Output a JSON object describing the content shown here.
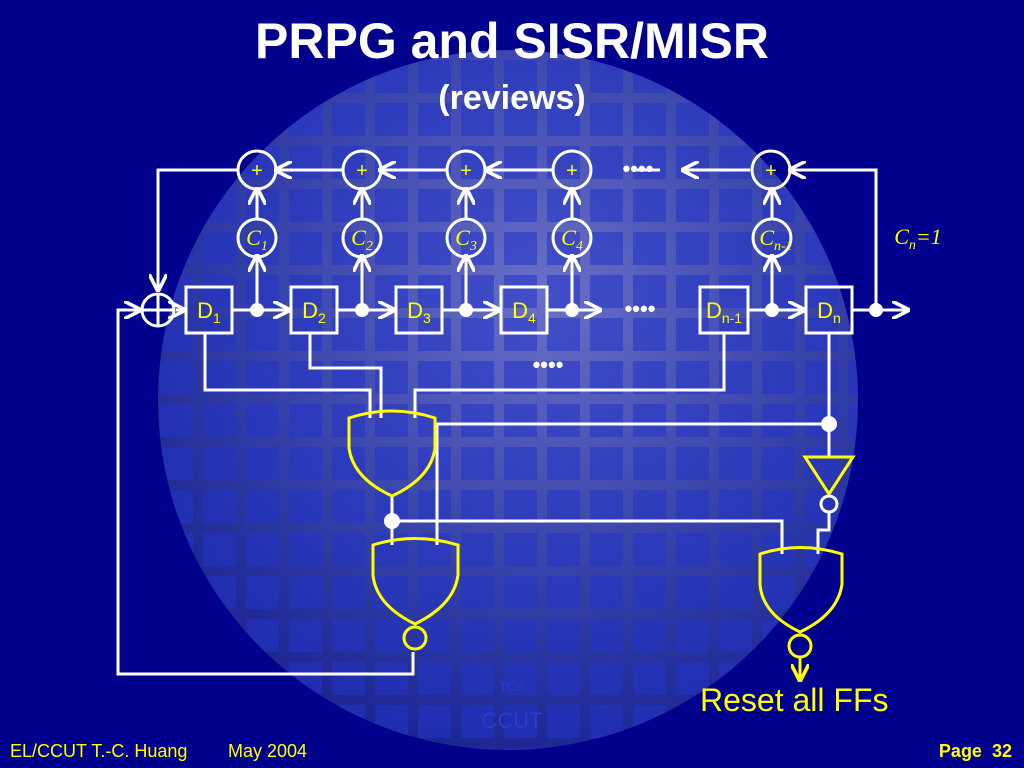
{
  "title": "PRPG and SISR/MISR",
  "subtitle": "(reviews)",
  "flip_flops": [
    {
      "base": "D",
      "sub": "1"
    },
    {
      "base": "D",
      "sub": "2"
    },
    {
      "base": "D",
      "sub": "3"
    },
    {
      "base": "D",
      "sub": "4"
    },
    {
      "base": "D",
      "sub": "n-1"
    },
    {
      "base": "D",
      "sub": "n"
    }
  ],
  "coefficients": [
    {
      "base": "C",
      "sub": "1"
    },
    {
      "base": "C",
      "sub": "2"
    },
    {
      "base": "C",
      "sub": "3"
    },
    {
      "base": "C",
      "sub": "4"
    },
    {
      "base": "C",
      "sub": "n-1"
    }
  ],
  "last_coefficient": {
    "base": "C",
    "sub": "n",
    "suffix": "=1"
  },
  "adder_symbol": "+",
  "ellipsis": "••••",
  "reset_label": "Reset all FFs",
  "watermark": {
    "small": "TCH",
    "large": "CCUT"
  },
  "footer": {
    "author": "EL/CCUT T.-C. Huang",
    "date": "May 2004",
    "page_label": "Page",
    "page_number": "32"
  },
  "colors": {
    "background": "#00008c",
    "wire": "#ffffff",
    "gate": "#ffff00",
    "text_yellow": "#ffff00",
    "wafer_die": "#2233c8"
  }
}
